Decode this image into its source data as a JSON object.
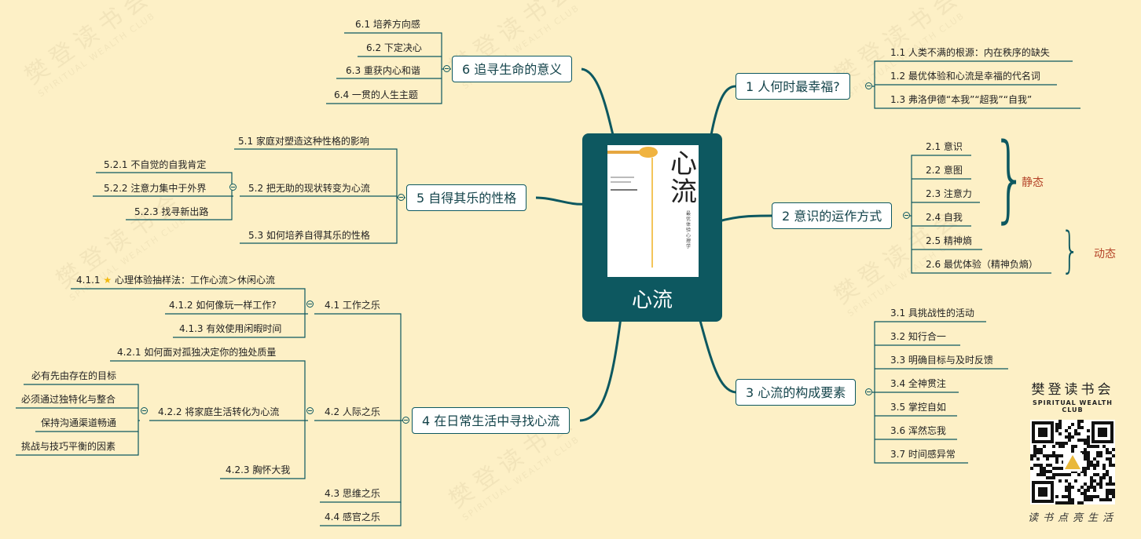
{
  "center": {
    "title": "心流",
    "cover_title": "心流",
    "cover_subtitle": "最优体验心理学"
  },
  "branches": [
    {
      "label": "1 人何时最幸福?",
      "leaves": [
        "1.1  人类不满的根源：内在秩序的缺失",
        "1.2  最优体验和心流是幸福的代名词",
        "1.3  弗洛伊德“本我”“超我”“自我”"
      ]
    },
    {
      "label": "2 意识的运作方式",
      "leaves": [
        "2.1  意识",
        "2.2  意图",
        "2.3  注意力",
        "2.4  自我",
        "2.5  精神熵",
        "2.6  最优体验（精神负熵）"
      ],
      "groups": [
        "静态",
        "动态"
      ]
    },
    {
      "label": "3 心流的构成要素",
      "leaves": [
        "3.1  具挑战性的活动",
        "3.2  知行合一",
        "3.3  明确目标与及时反馈",
        "3.4  全神贯注",
        "3.5  掌控自如",
        "3.6  浑然忘我",
        "3.7  时间感异常"
      ]
    },
    {
      "label": "4 在日常生活中寻找心流",
      "l1": [
        "4.1  工作之乐",
        "4.2  人际之乐",
        "4.3  思维之乐",
        "4.4  感官之乐"
      ],
      "l41": [
        "4.1.1",
        "心理体验抽样法：工作心流＞休闲心流",
        "4.1.2  如何像玩一样工作?",
        "4.1.3  有效使用闲暇时间"
      ],
      "l42": [
        "4.2.1  如何面对孤独决定你的独处质量",
        "4.2.2  将家庭生活转化为心流",
        "4.2.3  胸怀大我"
      ],
      "l422": [
        "必有先由存在的目标",
        "必须通过独特化与整合",
        "保持沟通渠道畅通",
        "挑战与技巧平衡的因素"
      ]
    },
    {
      "label": "5 自得其乐的性格",
      "l1": [
        "5.1  家庭对塑造这种性格的影响",
        "5.2  把无助的现状转变为心流",
        "5.3  如何培养自得其乐的性格"
      ],
      "l52": [
        "5.2.1  不自觉的自我肯定",
        "5.2.2  注意力集中于外界",
        "5.2.3  找寻新出路"
      ]
    },
    {
      "label": "6 追寻生命的意义",
      "leaves": [
        "6.1  培养方向感",
        "6.2  下定决心",
        "6.3  重获内心和谐",
        "6.4  一贯的人生主题"
      ]
    }
  ],
  "logo": {
    "name": "樊登读书会",
    "english": "SPIRITUAL WEALTH CLUB",
    "slogan": "读书点亮生活"
  },
  "watermark": {
    "text": "樊登读书会",
    "english": "SPIRITUAL WEALTH CLUB"
  },
  "colors": {
    "background": "#fdf0c6",
    "accent": "#0d5860",
    "group_label": "#b5452a"
  }
}
